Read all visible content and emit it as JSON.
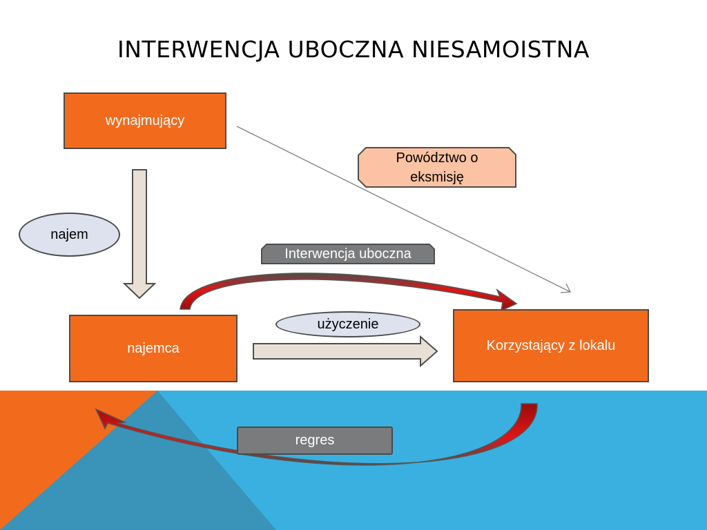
{
  "slide": {
    "title": "INTERWENCJA UBOCZNA NIESAMOISTNA"
  },
  "diagram": {
    "nodes": {
      "wynajmujacy": "wynajmujący",
      "najemca": "najemca",
      "korzystajacy": "Korzystający z lokalu"
    },
    "relations": {
      "najem": "najem",
      "uzyczenie": "użyczenie",
      "interwencja": "Interwencja uboczna",
      "regres": "regres",
      "powodztwo_line1": "Powództwo o",
      "powodztwo_line2": "eksmisję"
    }
  },
  "colors": {
    "node_fill": "#f26b1d",
    "oval_fill": "#dde2ee",
    "grey_label": "#7a7b7d",
    "note_fill": "#fbc3a3",
    "curved_arrow": "#e01515",
    "block_arrow": "#e8e0d4",
    "band_blue": "#3ab0e0",
    "band_orange": "#f26b1d"
  }
}
